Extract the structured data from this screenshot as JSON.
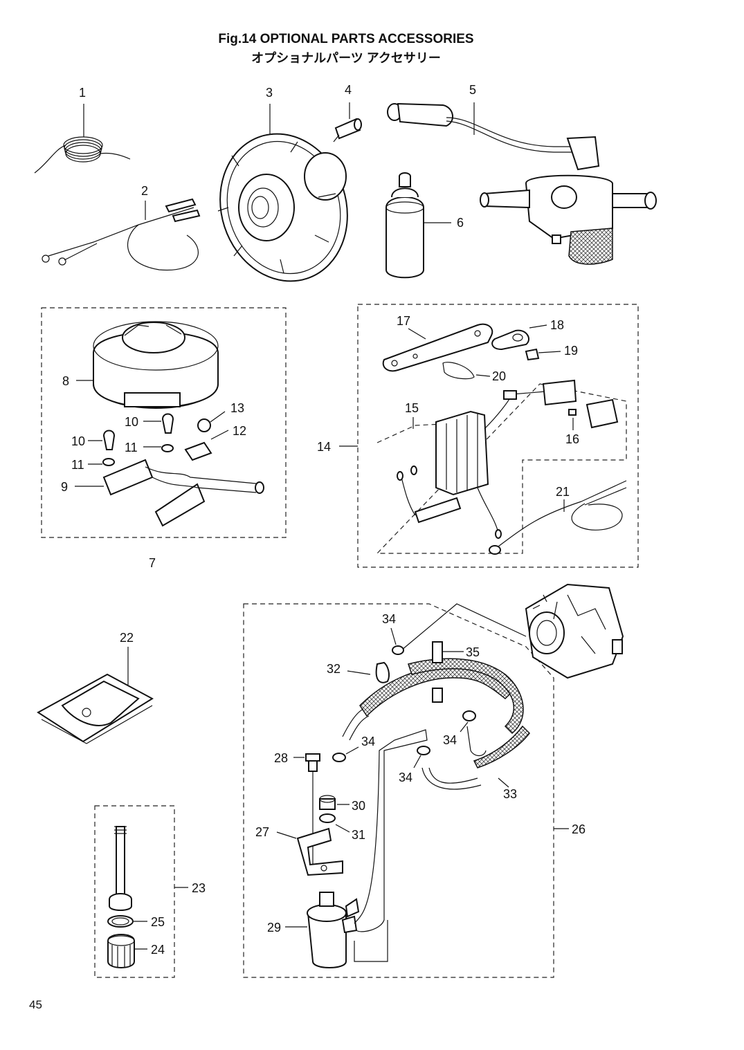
{
  "header": {
    "title": "Fig.14  OPTIONAL PARTS ACCESSORIES",
    "subtitle": "オプショナルパーツ  アクセサリー"
  },
  "page_number": "45",
  "callouts": {
    "c1": "1",
    "c2": "2",
    "c3": "3",
    "c4": "4",
    "c5": "5",
    "c6": "6",
    "c7": "7",
    "c8": "8",
    "c9": "9",
    "c10a": "10",
    "c10b": "10",
    "c11a": "11",
    "c11b": "11",
    "c12": "12",
    "c13": "13",
    "c14": "14",
    "c15": "15",
    "c16": "16",
    "c17": "17",
    "c18": "18",
    "c19": "19",
    "c20": "20",
    "c21": "21",
    "c22": "22",
    "c23": "23",
    "c24": "24",
    "c25": "25",
    "c26": "26",
    "c27": "27",
    "c28": "28",
    "c29": "29",
    "c30": "30",
    "c31": "31",
    "c32": "32",
    "c33": "33",
    "c34a": "34",
    "c34b": "34",
    "c34c": "34",
    "c34d": "34",
    "c35": "35"
  }
}
